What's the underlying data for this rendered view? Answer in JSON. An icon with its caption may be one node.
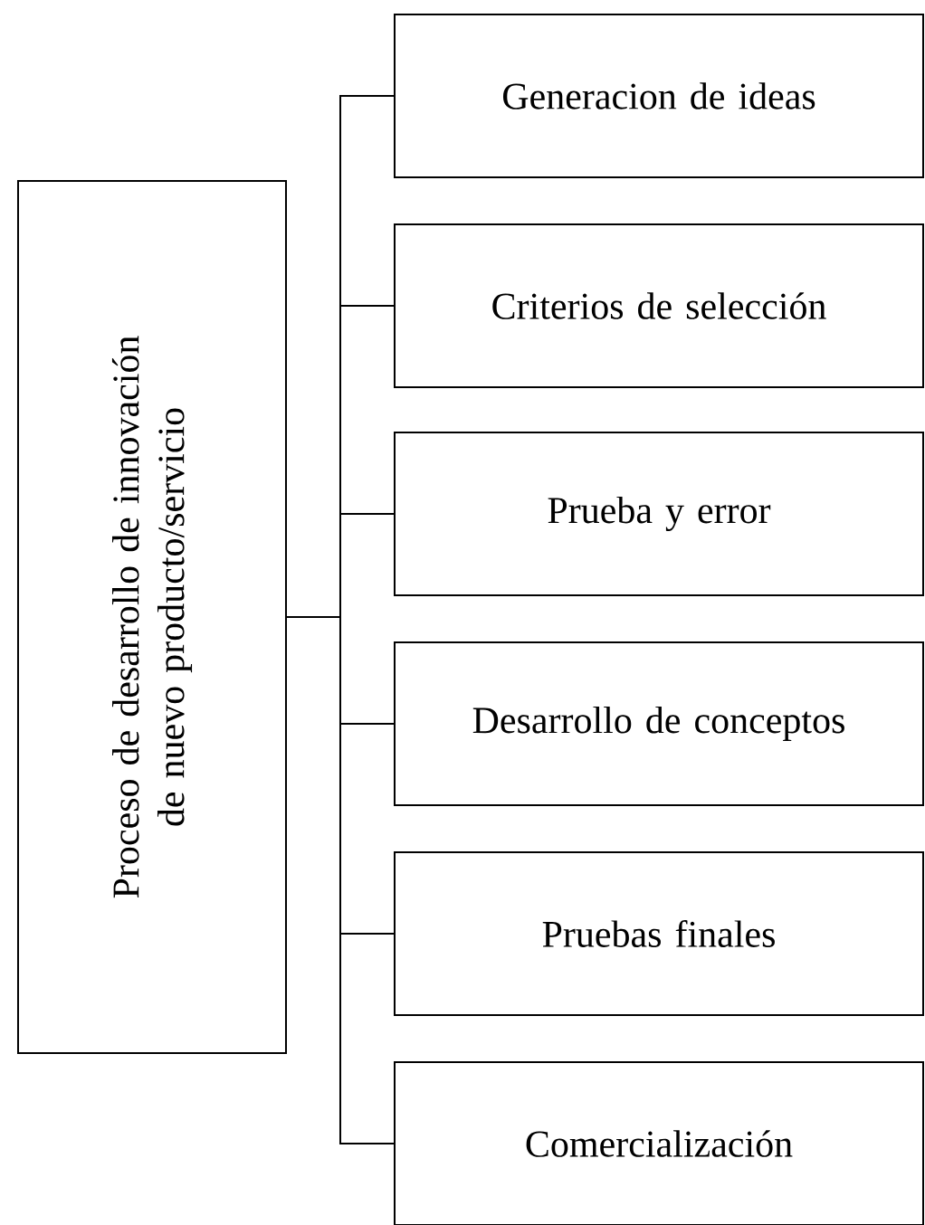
{
  "diagram": {
    "nodes": [
      {
        "text": [
          "Proceso de desarrollo de innovación de nuevo producto/servicio"
        ]
      },
      {
        "text": [
          "Generacion de ideas"
        ]
      },
      {
        "text": [
          "Criterios de selección"
        ]
      },
      {
        "text": [
          "Prueba y error"
        ]
      },
      {
        "text": [
          "Desarrollo de conceptos"
        ]
      },
      {
        "text": [
          "Pruebas finales"
        ]
      },
      {
        "text": [
          "Comercialización"
        ]
      }
    ],
    "edges": [
      {
        "from": 0,
        "to": 1,
        "arrow": "none"
      },
      {
        "from": 0,
        "to": 2,
        "arrow": "none"
      },
      {
        "from": 0,
        "to": 3,
        "arrow": "none"
      },
      {
        "from": 0,
        "to": 4,
        "arrow": "none"
      },
      {
        "from": 0,
        "to": 5,
        "arrow": "none"
      },
      {
        "from": 0,
        "to": 6,
        "arrow": "none"
      }
    ]
  }
}
